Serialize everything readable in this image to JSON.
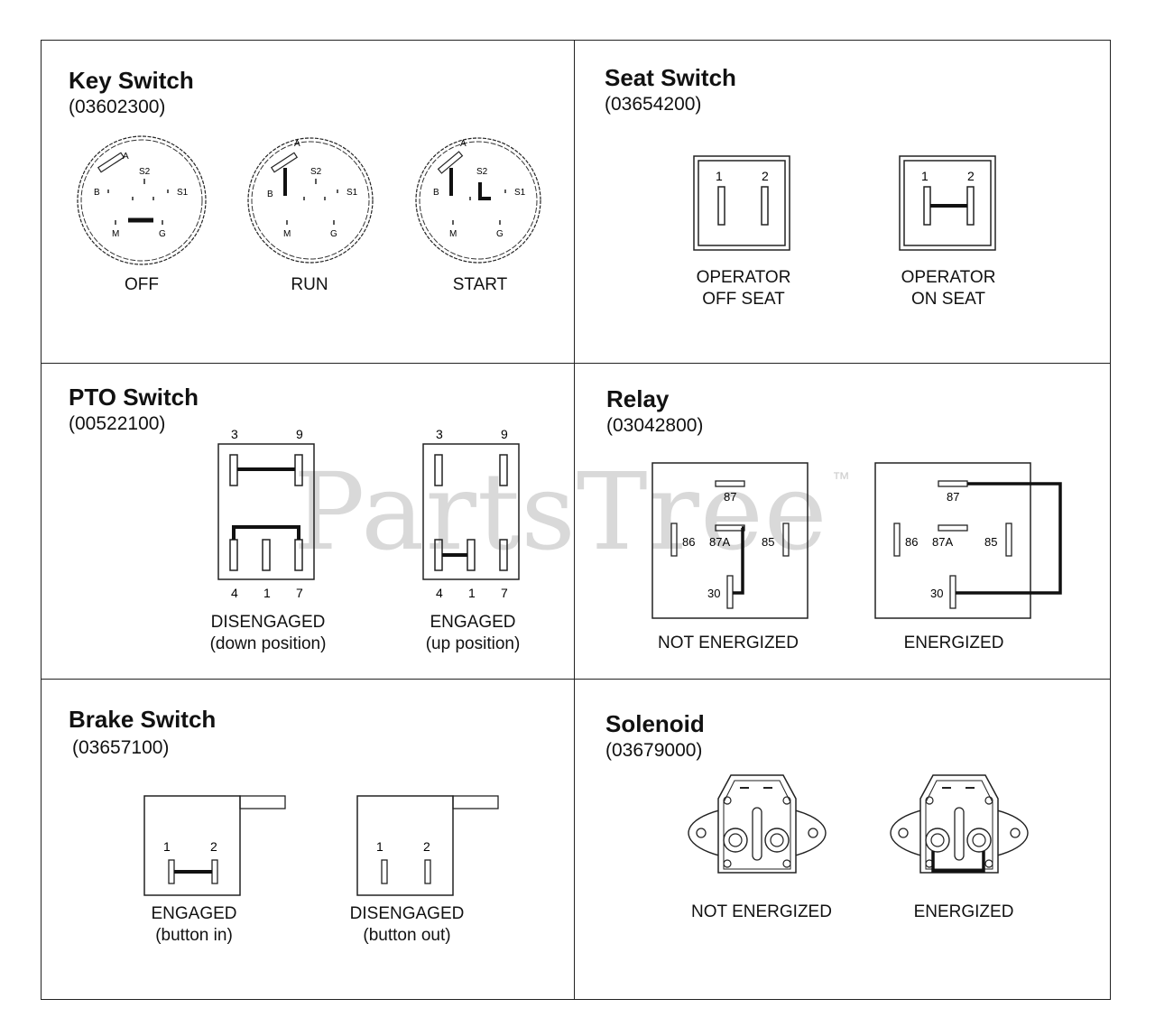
{
  "watermark": "PartsTree",
  "watermark_tm": "™",
  "key_switch": {
    "title": "Key Switch",
    "part_number": "(03602300)",
    "terminals": {
      "a": "A",
      "b": "B",
      "s2": "S2",
      "s1": "S1",
      "m": "M",
      "g": "G"
    },
    "positions": [
      "OFF",
      "RUN",
      "START"
    ]
  },
  "seat_switch": {
    "title": "Seat Switch",
    "part_number": "(03654200)",
    "pins": [
      "1",
      "2"
    ],
    "states": [
      {
        "line1": "OPERATOR",
        "line2": "OFF SEAT"
      },
      {
        "line1": "OPERATOR",
        "line2": "ON SEAT"
      }
    ]
  },
  "pto_switch": {
    "title": "PTO Switch",
    "part_number": "(00522100)",
    "top_pins": [
      "3",
      "9"
    ],
    "bottom_pins": [
      "4",
      "1",
      "7"
    ],
    "states": [
      {
        "line1": "DISENGAGED",
        "line2": "(down position)"
      },
      {
        "line1": "ENGAGED",
        "line2": "(up position)"
      }
    ]
  },
  "relay": {
    "title": "Relay",
    "part_number": "(03042800)",
    "terminals": {
      "t87": "87",
      "t87a": "87A",
      "t86": "86",
      "t85": "85",
      "t30": "30"
    },
    "states": [
      "NOT ENERGIZED",
      "ENERGIZED"
    ]
  },
  "brake_switch": {
    "title": "Brake Switch",
    "part_number": "(03657100)",
    "pins": [
      "1",
      "2"
    ],
    "states": [
      {
        "line1": "ENGAGED",
        "line2": "(button in)"
      },
      {
        "line1": "DISENGAGED",
        "line2": "(button out)"
      }
    ]
  },
  "solenoid": {
    "title": "Solenoid",
    "part_number": "(03679000)",
    "states": [
      "NOT ENERGIZED",
      "ENERGIZED"
    ]
  }
}
